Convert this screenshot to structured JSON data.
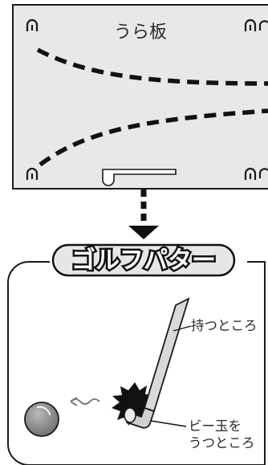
{
  "board": {
    "title": "うら板"
  },
  "section": {
    "title": "ゴルフパター"
  },
  "putter": {
    "handle_label": "持つところ",
    "hit_label_line1": "ビー玉を",
    "hit_label_line2": "うつところ"
  },
  "colors": {
    "board_fill": "#e8e8e8",
    "line": "#1a1a1a",
    "badge_fill": "#e6e6e6",
    "ball_fill": "#8f8f8f"
  }
}
